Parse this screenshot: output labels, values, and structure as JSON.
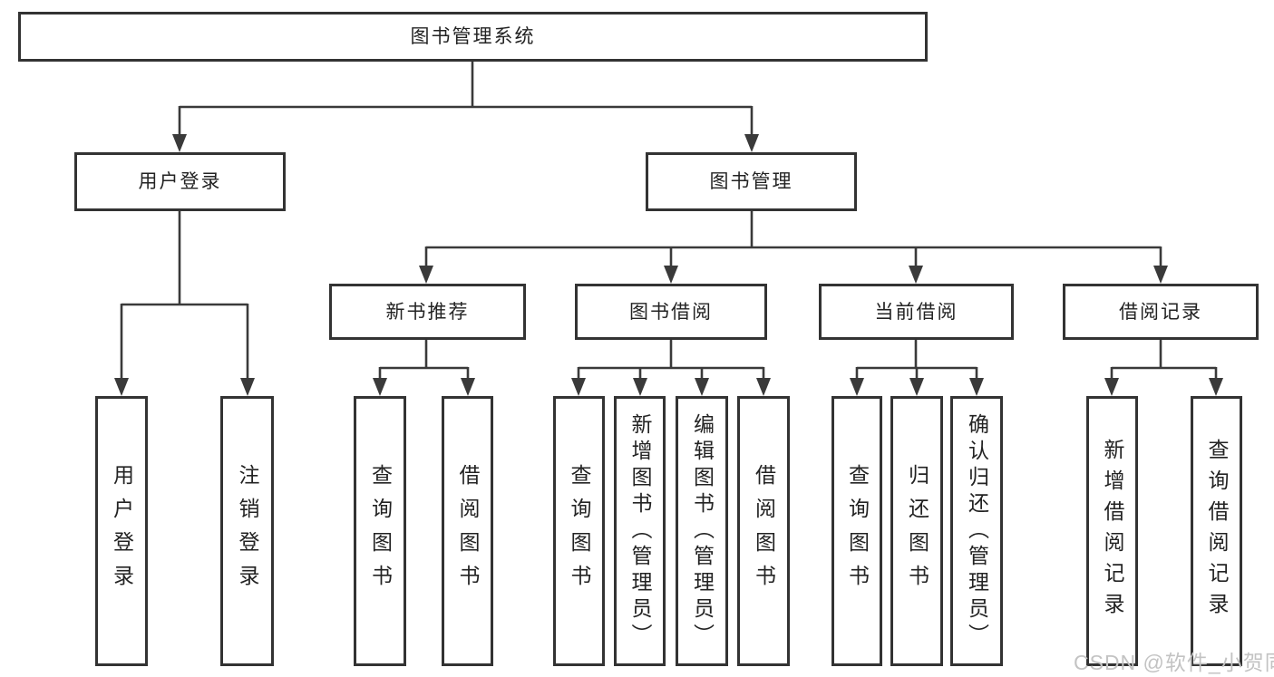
{
  "diagram_title": "图书管理系统",
  "nodes": {
    "root": "图书管理系统",
    "user_login": "用户登录",
    "book_mgmt": "图书管理",
    "new_book_rec": "新书推荐",
    "book_borrow": "图书借阅",
    "current_borrow": "当前借阅",
    "borrow_record": "借阅记录"
  },
  "leaves": {
    "user_login": [
      "用户登录",
      "注销登录"
    ],
    "new_book_rec": [
      "查询图书",
      "借阅图书"
    ],
    "book_borrow": [
      "查询图书",
      "新增图书（管理员）",
      "编辑图书（管理员）",
      "借阅图书"
    ],
    "current_borrow": [
      "查询图书",
      "归还图书",
      "确认归还（管理员）"
    ],
    "borrow_record": [
      "新增借阅记录",
      "查询借阅记录"
    ]
  },
  "watermark": "CSDN @软件_小贺同学",
  "colors": {
    "line": "#3a3a3a",
    "border": "#333333",
    "text": "#232323",
    "watermark": "#c3c3c3"
  }
}
